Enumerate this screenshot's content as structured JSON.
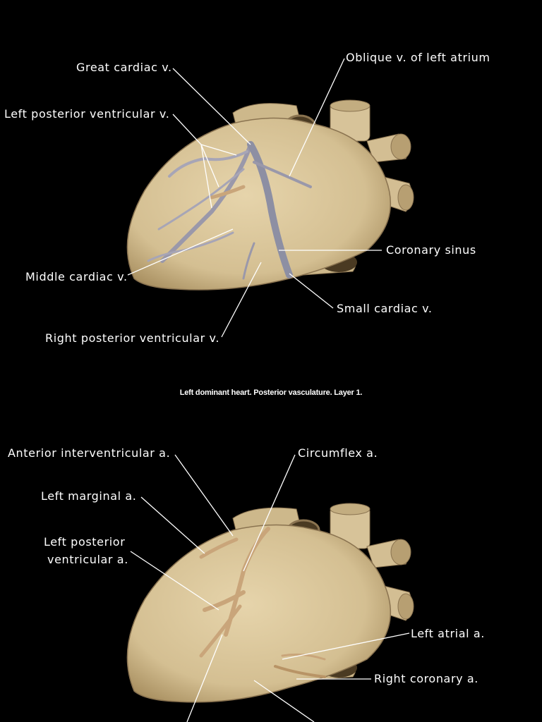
{
  "top_panel": {
    "labels": {
      "great_cardiac": "Great cardiac v.",
      "left_posterior_ventricular_v": "Left posterior ventricular v.",
      "oblique_left_atrium": "Oblique v. of left atrium",
      "coronary_sinus": "Coronary sinus",
      "middle_cardiac": "Middle cardiac v.",
      "small_cardiac": "Small cardiac v.",
      "right_posterior_ventricular_v": "Right posterior ventricular v."
    }
  },
  "caption": "Left dominant heart. Posterior vasculature. Layer 1.",
  "bottom_panel": {
    "labels": {
      "anterior_interventricular": "Anterior interventricular a.",
      "circumflex": "Circumflex a.",
      "left_marginal": "Left marginal a.",
      "left_posterior_ventricular_a_line1": "Left posterior",
      "left_posterior_ventricular_a_line2": "ventricular a.",
      "left_atrial": "Left atrial a.",
      "right_coronary": "Right coronary a."
    }
  },
  "colors": {
    "background": "#000000",
    "heart_tissue": "#d8c49a",
    "heart_shadow": "#a88f60",
    "vessel_vein": "#8d8fa3",
    "vessel_artery": "#c9a57a",
    "leader_line": "#ffffff"
  }
}
